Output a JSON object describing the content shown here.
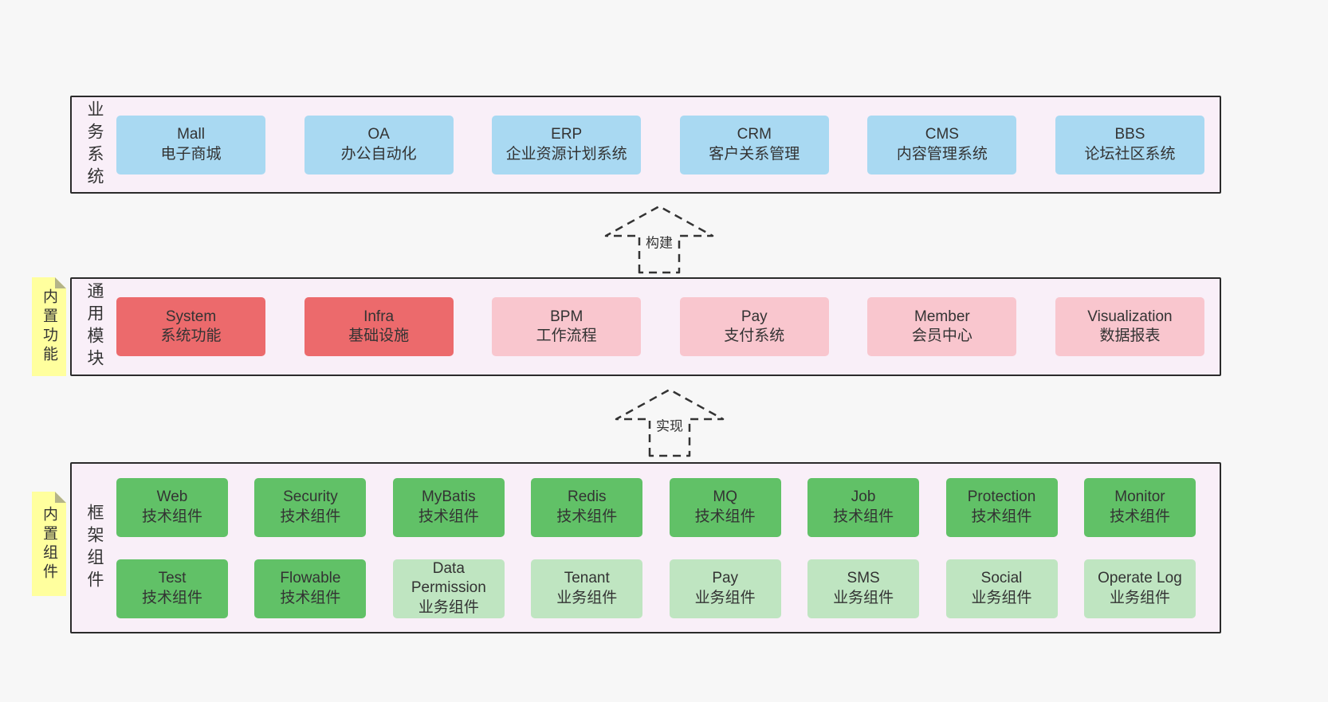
{
  "palette": {
    "page_bg": "#f7f7f7",
    "container_bg": "#f9eff8",
    "container_border": "#2b2b2b",
    "blue": "#a9d9f2",
    "red": "#ec6a6c",
    "pink": "#f9c6ce",
    "green_dark": "#61c167",
    "green_light": "#bfe5c1",
    "note_yellow": "#ffff9e",
    "text": "#333333"
  },
  "arrows": [
    {
      "label": "构建"
    },
    {
      "label": "实现"
    }
  ],
  "notes": [
    {
      "label": "内置功能"
    },
    {
      "label": "内置组件"
    }
  ],
  "layers": {
    "business": {
      "side_label": "业务系统",
      "items": [
        {
          "title": "Mall",
          "subtitle": "电子商城"
        },
        {
          "title": "OA",
          "subtitle": "办公自动化"
        },
        {
          "title": "ERP",
          "subtitle": "企业资源计划系统"
        },
        {
          "title": "CRM",
          "subtitle": "客户关系管理"
        },
        {
          "title": "CMS",
          "subtitle": "内容管理系统"
        },
        {
          "title": "BBS",
          "subtitle": "论坛社区系统"
        }
      ]
    },
    "modules": {
      "side_label": "通用模块",
      "items": [
        {
          "title": "System",
          "subtitle": "系统功能"
        },
        {
          "title": "Infra",
          "subtitle": "基础设施"
        },
        {
          "title": "BPM",
          "subtitle": "工作流程"
        },
        {
          "title": "Pay",
          "subtitle": "支付系统"
        },
        {
          "title": "Member",
          "subtitle": "会员中心"
        },
        {
          "title": "Visualization",
          "subtitle": "数据报表"
        }
      ]
    },
    "components": {
      "side_label": "框架组件",
      "row1": [
        {
          "title": "Web",
          "subtitle": "技术组件"
        },
        {
          "title": "Security",
          "subtitle": "技术组件"
        },
        {
          "title": "MyBatis",
          "subtitle": "技术组件"
        },
        {
          "title": "Redis",
          "subtitle": "技术组件"
        },
        {
          "title": "MQ",
          "subtitle": "技术组件"
        },
        {
          "title": "Job",
          "subtitle": "技术组件"
        },
        {
          "title": "Protection",
          "subtitle": "技术组件"
        },
        {
          "title": "Monitor",
          "subtitle": "技术组件"
        }
      ],
      "row2": [
        {
          "title": "Test",
          "subtitle": "技术组件"
        },
        {
          "title": "Flowable",
          "subtitle": "技术组件"
        },
        {
          "title": "Data Permission",
          "subtitle": "业务组件"
        },
        {
          "title": "Tenant",
          "subtitle": "业务组件"
        },
        {
          "title": "Pay",
          "subtitle": "业务组件"
        },
        {
          "title": "SMS",
          "subtitle": "业务组件"
        },
        {
          "title": "Social",
          "subtitle": "业务组件"
        },
        {
          "title": "Operate Log",
          "subtitle": "业务组件"
        }
      ]
    }
  }
}
